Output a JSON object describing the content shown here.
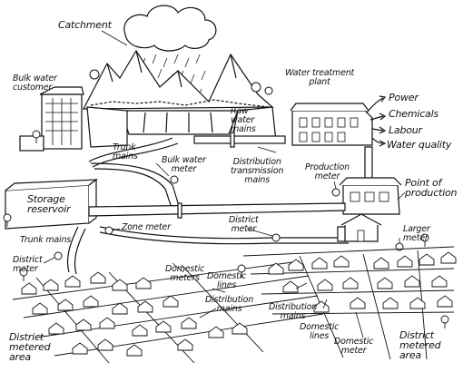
{
  "labels": {
    "catchment": "Catchment",
    "bulk_water_customer": "Bulk water\ncustomer",
    "raw_water_mains": "Raw\nwater\nmains",
    "water_treatment_plant": "Water treatment\nplant",
    "power": "Power",
    "chemicals": "Chemicals",
    "labour": "Labour",
    "water_quality": "Water quality",
    "trunk_mains_top": "Trunk\nmains",
    "bulk_water_meter": "Bulk water\nmeter",
    "distribution_transmission_mains": "Distribution\ntransmission\nmains",
    "production_meter": "Production\nmeter",
    "point_of_production": "Point of\nproduction",
    "storage_reservoir": "Storage\nreservoir",
    "zone_meter": "Zone meter",
    "district_meter_center": "District\nmeter",
    "trunk_mains_left": "Trunk mains",
    "larger_meter": "Larger\nmeter",
    "district_meter_left": "District\nmeter",
    "domestic_meters": "Domestic\nmeters",
    "domestic_lines_center": "Domestic\nlines",
    "distribution_mains_center": "Distribution\nmains",
    "distribution_mains_right": "Distribution\nmains",
    "domestic_lines_right": "Domestic\nlines",
    "domestic_meter_right": "Domestic\nmeter",
    "district_metered_area_left": "District\nmetered\narea",
    "district_metered_area_right": "District\nmetered\narea"
  }
}
